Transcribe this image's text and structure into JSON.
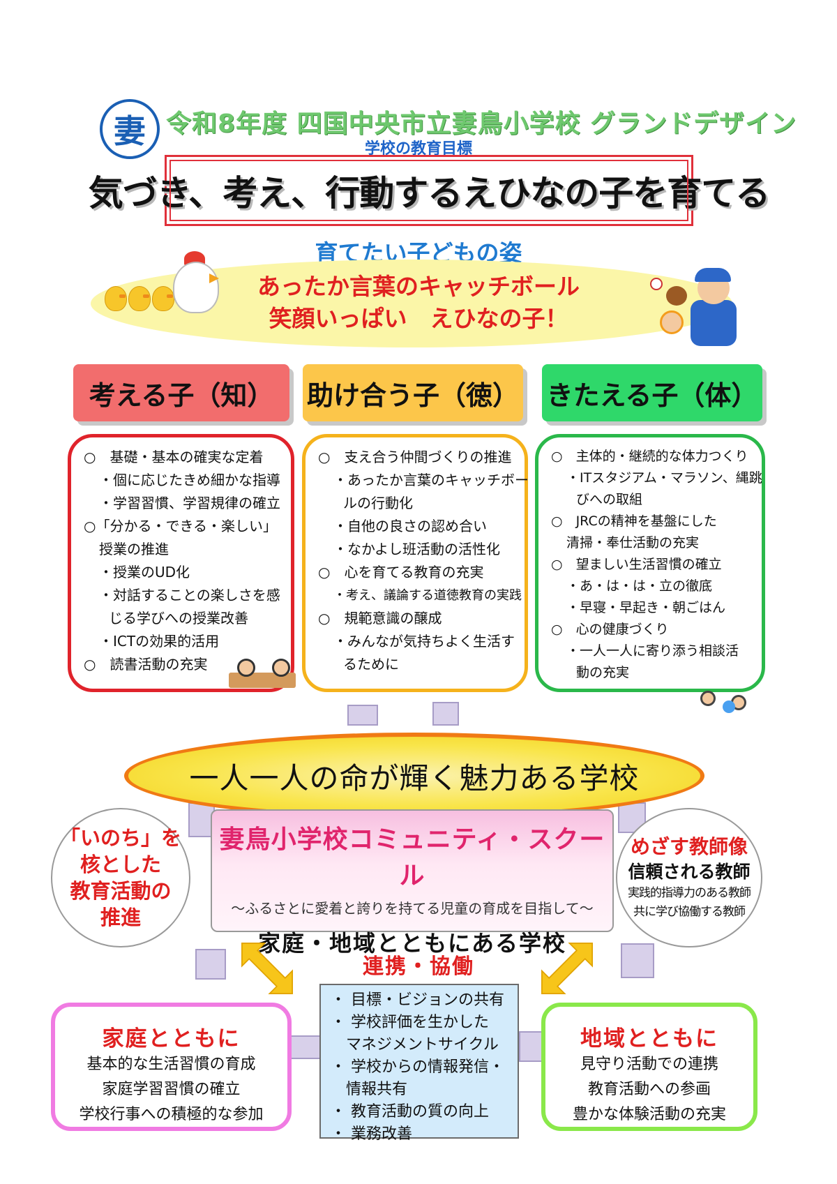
{
  "header": {
    "emblem": "妻",
    "title": "令和8年度 四国中央市立妻鳥小学校 グランドデザイン",
    "goal_label": "学校の教育目標",
    "goal": "気づき、考え、行動するえひなの子を育てる"
  },
  "ideal": {
    "label": "育てたい子どもの姿",
    "slogan_line1": "あったか言葉のキャッチボール",
    "slogan_line2": "笑顔いっぱい　えひなの子！"
  },
  "pillars": [
    {
      "title": "考える子（知）",
      "items": [
        "○　基礎・基本の確実な定着",
        "・個に応じたきめ細かな指導",
        "・学習習慣、学習規律の確立",
        "○「分かる・できる・楽しい」",
        "授業の推進",
        "・授業のUD化",
        "・対話することの楽しさを感",
        "じる学びへの授業改善",
        "・ICTの効果的活用",
        "○　読書活動の充実"
      ]
    },
    {
      "title": "助け合う子（徳）",
      "items": [
        "○　支え合う仲間づくりの推進",
        "・あったか言葉のキャッチボー",
        "ルの行動化",
        "・自他の良さの認め合い",
        "・なかよし班活動の活性化",
        "○　心を育てる教育の充実",
        "・考え、議論する道徳教育の実践",
        "○　規範意識の醸成",
        "・みんなが気持ちよく生活す",
        "るために"
      ]
    },
    {
      "title": "きたえる子（体）",
      "items": [
        "○　主体的・継続的な体力つくり",
        "・ITスタジアム・マラソン、縄跳",
        "びへの取組",
        "○　JRCの精神を基盤にした",
        "清掃・奉仕活動の充実",
        "○　望ましい生活習慣の確立",
        "・あ・は・は・立の徹底",
        "・早寝・早起き・朝ごはん",
        "○　心の健康づくり",
        "・一人一人に寄り添う相談活",
        "動の充実"
      ]
    }
  ],
  "vision": "一人一人の命が輝く魅力ある学校",
  "left_circle": [
    "「いのち」を",
    "核とした",
    "教育活動の",
    "推進"
  ],
  "right_circle": {
    "title": "めざす教師像",
    "lead": "信頼される教師",
    "lines": [
      "実践的指導力のある教師",
      "共に学び協働する教師"
    ]
  },
  "community_school": {
    "title": "妻鳥小学校コミュニティ・スクール",
    "subtitle": "～ふるさとに愛着と誇りを持てる児童の育成を目指して～",
    "footer": "家庭・地域とともにある学校"
  },
  "cooperation": {
    "label": "連携・協働",
    "items": [
      "・ 目標・ビジョンの共有",
      "・ 学校評価を生かした",
      "マネジメントサイクル",
      "・ 学校からの情報発信・",
      "情報共有",
      "・ 教育活動の質の向上",
      "・ 業務改善"
    ]
  },
  "home": {
    "title": "家庭とともに",
    "lines": [
      "基本的な生活習慣の育成",
      "家庭学習習慣の確立",
      "学校行事への積極的な参加"
    ]
  },
  "area": {
    "title": "地域とともに",
    "lines": [
      "見守り活動での連携",
      "教育活動への参画",
      "豊かな体験活動の充実"
    ]
  }
}
